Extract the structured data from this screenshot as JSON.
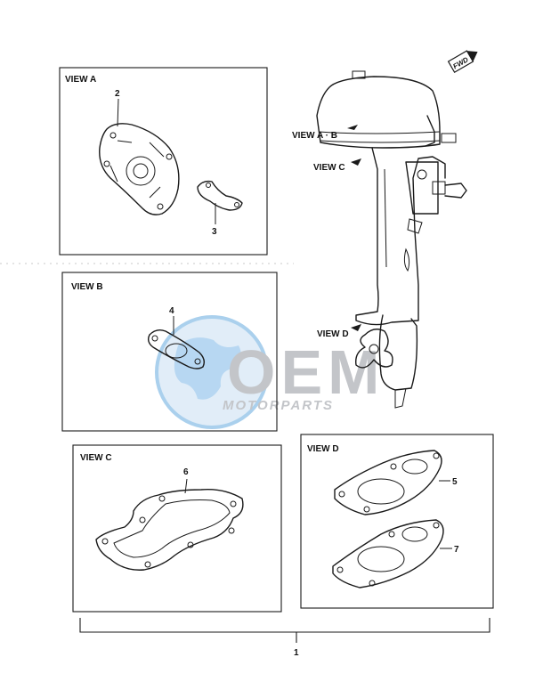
{
  "views": {
    "a": {
      "title": "VIEW A",
      "parts": [
        "2",
        "3"
      ]
    },
    "b": {
      "title": "VIEW B",
      "parts": [
        "4"
      ]
    },
    "c": {
      "title": "VIEW C",
      "parts": [
        "6"
      ]
    },
    "d": {
      "title": "VIEW D",
      "parts": [
        "5",
        "7"
      ]
    }
  },
  "engine_callouts": {
    "ab": "VIEW A · B",
    "c": "VIEW C",
    "d": "VIEW D"
  },
  "direction_badge": "FWD",
  "kit_number": "1",
  "watermark": {
    "main": "OEM",
    "sub": "MOTORPARTS",
    "colors": {
      "globe": "#7fb9e3",
      "letters": "#b9bcc0"
    }
  }
}
